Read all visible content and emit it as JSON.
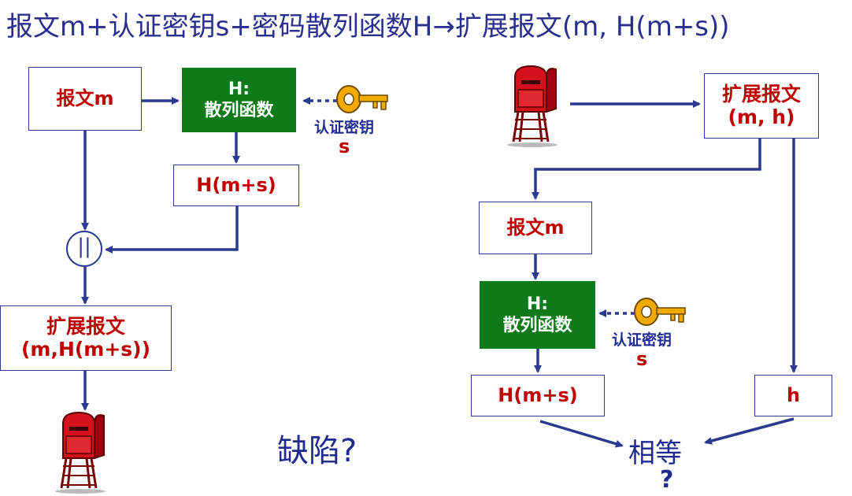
{
  "title": "报文m+认证密钥s+密码散列函数H→扩展报文(m, H(m+s))",
  "left": {
    "message": "报文m",
    "hash_line1": "H:",
    "hash_line2": "散列函数",
    "key_label": "认证密钥",
    "key_s": "s",
    "hash_output": "H(m+s)",
    "concat": "||",
    "extended_line1": "扩展报文",
    "extended_line2": "(m,H(m+s))"
  },
  "right": {
    "extended_line1": "扩展报文",
    "extended_line2": "(m, h)",
    "message": "报文m",
    "hash_line1": "H:",
    "hash_line2": "散列函数",
    "key_label": "认证密钥",
    "key_s": "s",
    "hash_output": "H(m+s)",
    "h": "h",
    "equal": "相等",
    "question": "?"
  },
  "flaw": "缺陷?",
  "colors": {
    "arrow": "#2b3a8f",
    "green": "#0f7a1a",
    "red_text": "#c00000",
    "title": "#2a2f8f"
  },
  "icons": [
    "mailbox-icon",
    "key-icon"
  ]
}
